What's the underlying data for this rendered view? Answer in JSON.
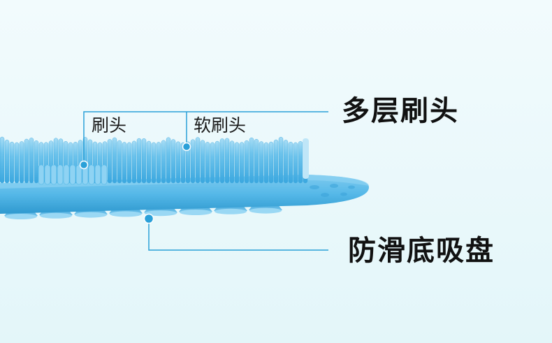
{
  "labels": {
    "brush_head": "刷头",
    "soft_brush_head": "软刷头",
    "multi_layer_brush_head": "多层刷头",
    "anti_slip_suction_cup": "防滑底吸盘"
  },
  "colors": {
    "background": "#e6f7fa",
    "silicone": "#4fb6e6",
    "silicone_light": "#8fd3f3",
    "silicone_dark": "#2f9bd0",
    "callout_line": "#2aa0d8"
  }
}
